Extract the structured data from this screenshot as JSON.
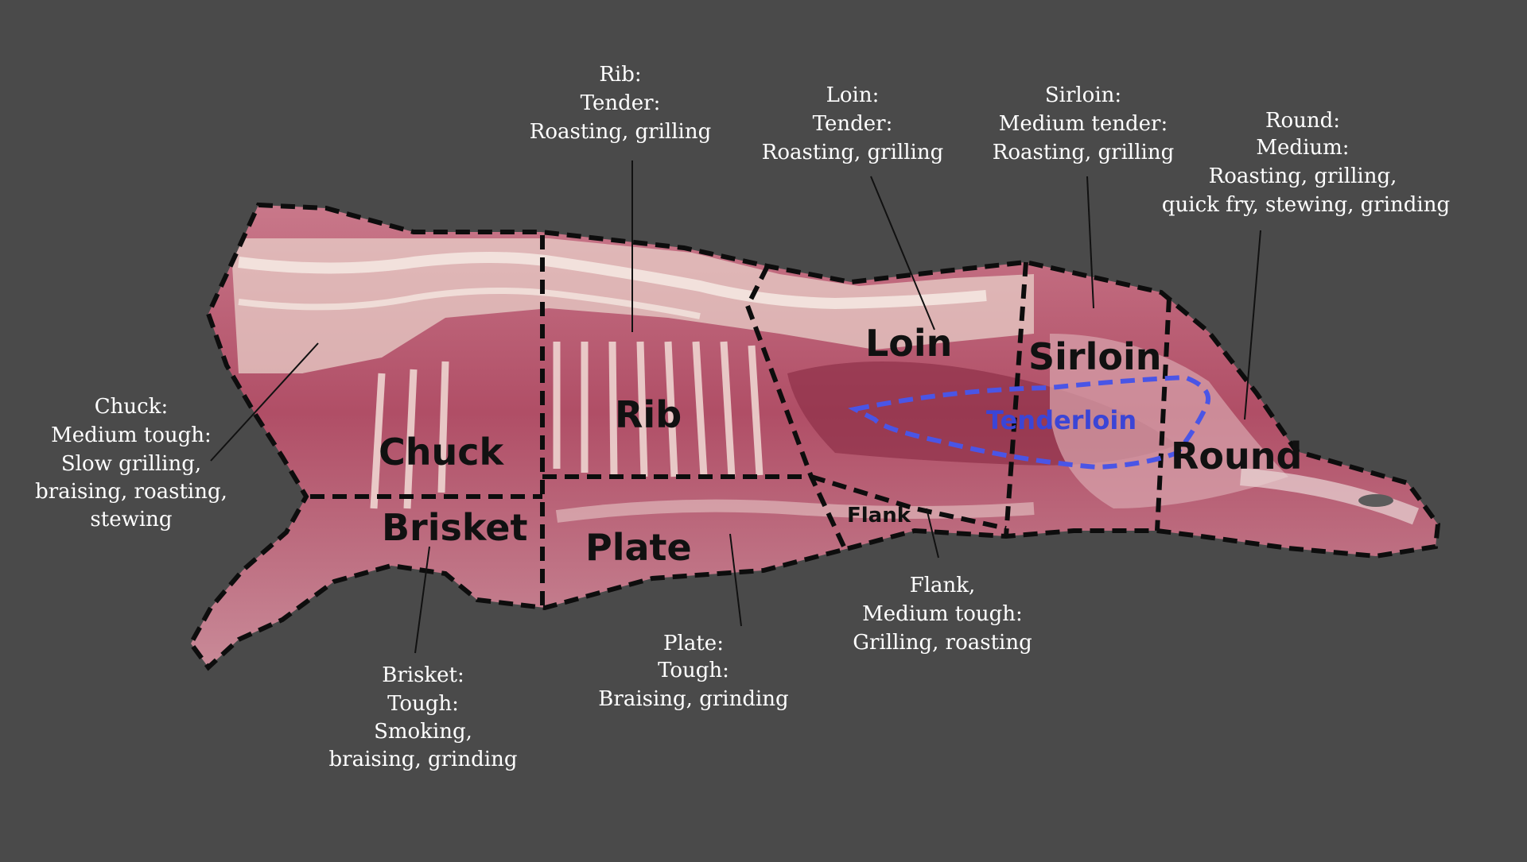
{
  "colors": {
    "background": "#4a4a4a",
    "meat": "#b5566a",
    "meat_dark": "#8e3148",
    "fat": "#efe0d6",
    "dashed_border": "#0d0d0d",
    "tenderloin_outline": "#4a55e6",
    "note_text": "#ffffff"
  },
  "cuts": {
    "chuck": "Chuck",
    "rib": "Rib",
    "loin": "Loin",
    "sirloin": "Sirloin",
    "tenderloin": "Tenderloin",
    "round": "Round",
    "brisket": "Brisket",
    "plate": "Plate",
    "flank": "Flank"
  },
  "annotations": {
    "rib": [
      "Rib:",
      "Tender:",
      "Roasting, grilling"
    ],
    "loin": [
      "Loin:",
      "Tender:",
      "Roasting, grilling"
    ],
    "sirloin": [
      "Sirloin:",
      "Medium tender:",
      "Roasting, grilling"
    ],
    "round": [
      "Round:",
      "Medium:",
      "Roasting,  grilling,",
      "quick fry, stewing, grinding"
    ],
    "chuck": [
      "Chuck:",
      "Medium tough:",
      "Slow grilling,",
      "braising, roasting,",
      "stewing"
    ],
    "brisket": [
      "Brisket:",
      "Tough:",
      "Smoking,",
      "braising, grinding"
    ],
    "plate": [
      "Plate:",
      "Tough:",
      "Braising, grinding"
    ],
    "flank": [
      "Flank,",
      "Medium tough:",
      "Grilling, roasting"
    ]
  }
}
